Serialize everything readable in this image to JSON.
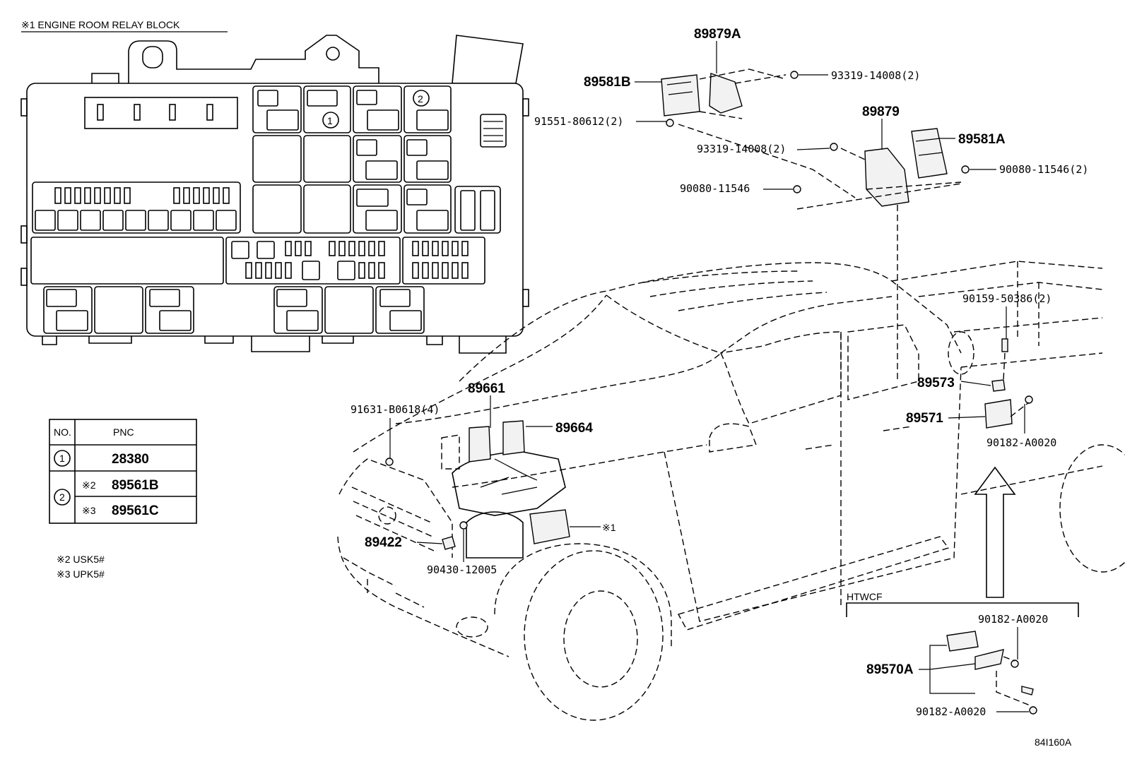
{
  "relay_block": {
    "title": "※1 ENGINE ROOM RELAY BLOCK",
    "marker_1": "1",
    "marker_2": "2"
  },
  "pnc_table": {
    "col_no": "NO.",
    "col_pnc": "PNC",
    "rows": [
      {
        "no": "1",
        "note": "",
        "pnc": "28380"
      },
      {
        "no": "2",
        "note": "※2",
        "pnc": "89561B"
      },
      {
        "no": "",
        "note": "※3",
        "pnc": "89561C"
      }
    ]
  },
  "notes": [
    "※2 USK5#",
    "※3 UPK5#"
  ],
  "labels": {
    "p89879A": "89879A",
    "p89581B": "89581B",
    "p93319_14008_2a": "93319-14008(2)",
    "p91551_80612_2": "91551-80612(2)",
    "p89879": "89879",
    "p89581A": "89581A",
    "p93319_14008_2b": "93319-14008(2)",
    "p90080_11546_2": "90080-11546(2)",
    "p90080_11546": "90080-11546",
    "p90159_50386_2": "90159-50386(2)",
    "p89573": "89573",
    "p89571": "89571",
    "p90182_A0020_a": "90182-A0020",
    "p89661": "89661",
    "p91631_B0618_4": "91631-B0618(4)",
    "p89664": "89664",
    "p89422": "89422",
    "p90430_12005": "90430-12005",
    "callout_ref": "※1",
    "htwcf": "HTWCF",
    "p90182_A0020_b": "90182-A0020",
    "p89570A": "89570A",
    "p90182_A0020_c": "90182-A0020"
  },
  "figure_code": "84I160A"
}
